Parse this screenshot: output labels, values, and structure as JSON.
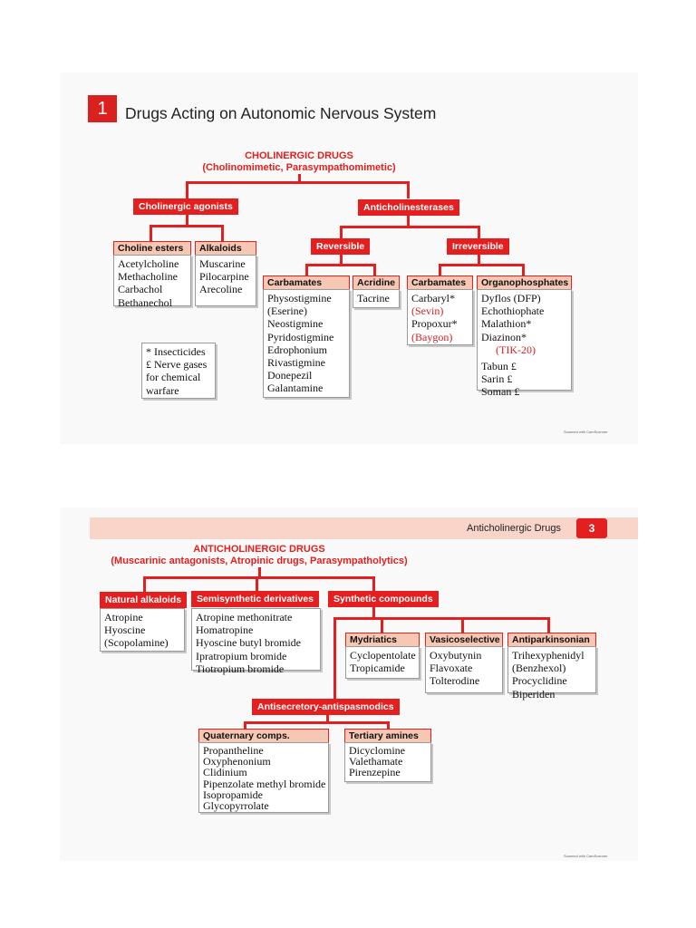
{
  "page1": {
    "chapter_number": "1",
    "chapter_title": "Drugs Acting on Autonomic Nervous System",
    "main_title": "CHOLINERGIC DRUGS",
    "main_subtitle": "(Cholinomimetic, Parasympathomimetic)",
    "agonists": {
      "label": "Cholinergic agonists",
      "choline_esters": {
        "label": "Choline esters",
        "items": [
          "Acetylcholine",
          "Methacholine",
          "Carbachol",
          "Bethanechol"
        ]
      },
      "alkaloids": {
        "label": "Alkaloids",
        "items": [
          "Muscarine",
          "Pilocarpine",
          "Arecoline"
        ]
      }
    },
    "anticholinesterases": {
      "label": "Anticholinesterases",
      "reversible": {
        "label": "Reversible",
        "carbamates": {
          "label": "Carbamates",
          "items": [
            "Physostigmine",
            "(Eserine)",
            "Neostigmine",
            "Pyridostigmine",
            "Edrophonium",
            "Rivastigmine",
            "Donepezil",
            "Galantamine"
          ]
        },
        "acridine": {
          "label": "Acridine",
          "items": [
            "Tacrine"
          ]
        }
      },
      "irreversible": {
        "label": "Irreversible",
        "carbamates": {
          "label": "Carbamates",
          "items": [
            "Carbaryl*",
            "(Sevin)",
            "Propoxur*",
            "(Baygon)"
          ]
        },
        "organophosphates": {
          "label": "Organophosphates",
          "items": [
            "Dyflos (DFP)",
            "Echothiophate",
            "Malathion*",
            "Diazinon*",
            "(TIK-20)",
            "Tabun £",
            "Sarin £",
            "Soman £"
          ]
        }
      }
    },
    "legend": [
      "* Insecticides",
      "£ Nerve gases",
      "for chemical",
      "warfare"
    ],
    "footer": "Scanned with CamScanner"
  },
  "page2": {
    "header_title": "Anticholinergic Drugs",
    "page_number": "3",
    "main_title": "ANTICHOLINERGIC DRUGS",
    "main_subtitle": "(Muscarinic antagonists, Atropinic drugs, Parasympatholytics)",
    "natural": {
      "label": "Natural alkaloids",
      "items": [
        "Atropine",
        "Hyoscine",
        "(Scopolamine)"
      ]
    },
    "semisynthetic": {
      "label": "Semisynthetic derivatives",
      "items": [
        "Atropine methonitrate",
        "Homatropine",
        "Hyoscine butyl bromide",
        "Ipratropium bromide",
        "Tiotropium bromide"
      ]
    },
    "synthetic": {
      "label": "Synthetic compounds",
      "mydriatics": {
        "label": "Mydriatics",
        "items": [
          "Cyclopentolate",
          "Tropicamide"
        ]
      },
      "vasicoselective": {
        "label": "Vasicoselective",
        "items": [
          "Oxybutynin",
          "Flavoxate",
          "Tolterodine"
        ]
      },
      "antiparkinsonian": {
        "label": "Antiparkinsonian",
        "items": [
          "Trihexyphenidyl",
          "(Benzhexol)",
          "Procyclidine",
          "Biperiden"
        ]
      },
      "antisecretory": {
        "label": "Antisecretory-antispasmodics",
        "quaternary": {
          "label": "Quaternary comps.",
          "items": [
            "Propantheline",
            "Oxyphenonium",
            "Clidinium",
            "Pipenzolate methyl bromide",
            "Isopropamide",
            "Glycopyrrolate"
          ]
        },
        "tertiary": {
          "label": "Tertiary amines",
          "items": [
            "Dicyclomine",
            "Valethamate",
            "Pirenzepine"
          ]
        }
      }
    },
    "footer": "Scanned with CamScanner"
  },
  "colors": {
    "accent": "#e3201f",
    "subheader_fill": "#f6c7b3",
    "page2_header_band": "#f8d5c8"
  }
}
